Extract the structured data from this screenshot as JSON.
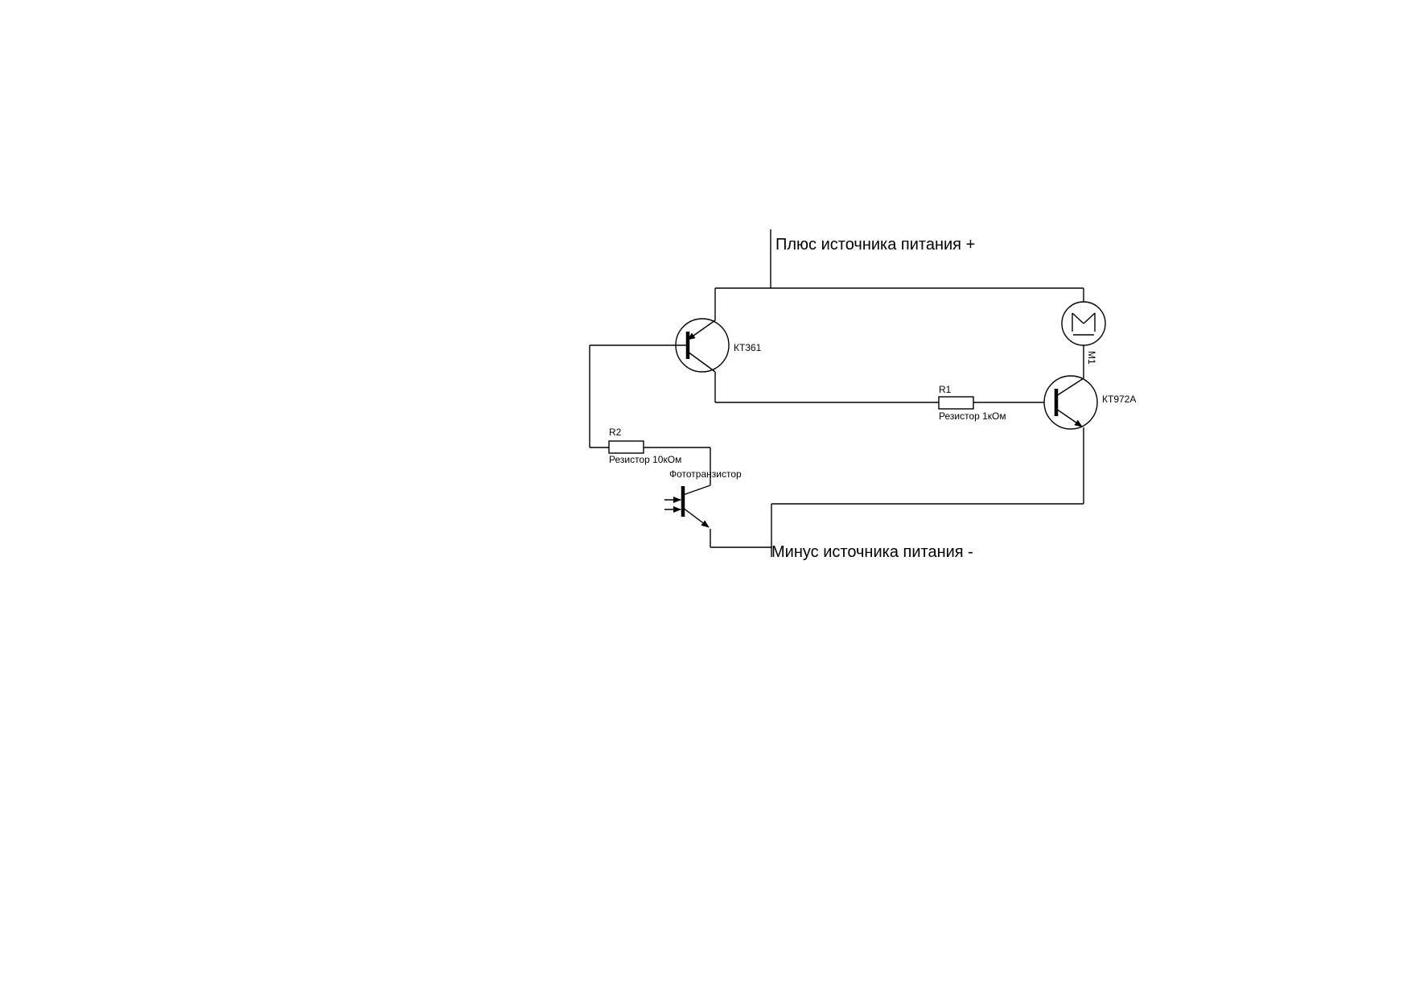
{
  "power": {
    "plus": "Плюс источника питания +",
    "minus": "Минус источника питания -"
  },
  "components": {
    "q1": {
      "designator": "КТ361"
    },
    "q2": {
      "designator": "КТ972А"
    },
    "motor": {
      "designator": "M1",
      "symbol": "M"
    },
    "r1": {
      "designator": "R1",
      "value": "Резистор 1кОм"
    },
    "r2": {
      "designator": "R2",
      "value": "Резистор 10кОм"
    },
    "phototransistor": {
      "label": "Фототранзистор"
    }
  }
}
